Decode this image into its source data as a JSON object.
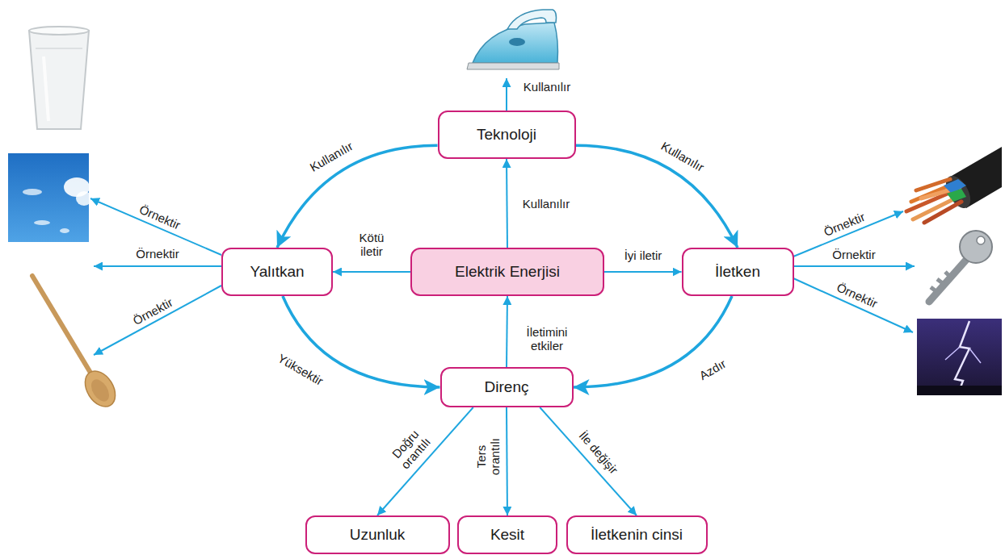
{
  "diagram": {
    "nodes": [
      {
        "text": [
          "Teknoloji"
        ]
      },
      {
        "text": [
          "Yalıtkan"
        ]
      },
      {
        "text": [
          "Elektrik Enerjisi"
        ]
      },
      {
        "text": [
          "İletken"
        ]
      },
      {
        "text": [
          "Direnç"
        ]
      },
      {
        "text": [
          "Uzunluk"
        ]
      },
      {
        "text": [
          "Kesit"
        ]
      },
      {
        "text": [
          "İletkenin cinsi"
        ]
      }
    ],
    "edges": [
      {
        "from": 2,
        "to": 0,
        "label": "Kullanılır",
        "arrow": "to"
      },
      {
        "from": 0,
        "to": 1,
        "label": "Kullanılır",
        "arrow": "to"
      },
      {
        "from": 0,
        "to": 3,
        "label": "Kullanılır",
        "arrow": "to"
      },
      {
        "from": 2,
        "to": 1,
        "label": "Kötü iletir",
        "arrow": "to"
      },
      {
        "from": 2,
        "to": 3,
        "label": "İyi iletir",
        "arrow": "to"
      },
      {
        "from": 4,
        "to": 2,
        "label": "İletimini etkiler",
        "arrow": "to"
      },
      {
        "from": 1,
        "to": 4,
        "label": "Yüksektir",
        "arrow": "to"
      },
      {
        "from": 3,
        "to": 4,
        "label": "Azdır",
        "arrow": "to"
      },
      {
        "from": 4,
        "to": 5,
        "label": "Doğru orantılı",
        "arrow": "to"
      },
      {
        "from": 4,
        "to": 6,
        "label": "Ters orantılı",
        "arrow": "to"
      },
      {
        "from": 4,
        "to": 7,
        "label": "İle değişir",
        "arrow": "to"
      }
    ],
    "labels": [
      "Kullanılır",
      "Örnektir",
      "Örnektir",
      "Örnektir",
      "Örnektir",
      "Örnektir",
      "Örnektir"
    ]
  }
}
